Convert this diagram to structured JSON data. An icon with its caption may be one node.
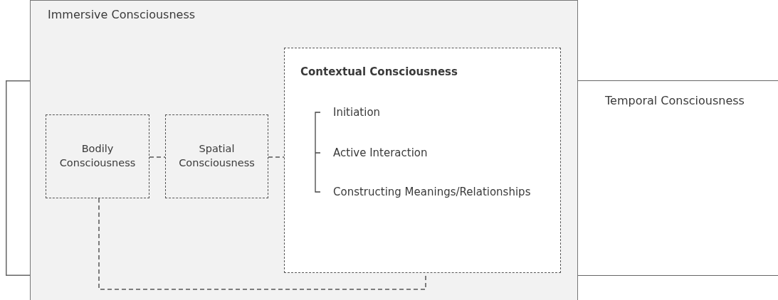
{
  "diagram": {
    "nodes": [
      {
        "text": [
          "Immersive Consciousness"
        ]
      },
      {
        "text": [
          "Temporal Consciousness"
        ]
      },
      {
        "text": [
          "Bodily Consciousness"
        ],
        "in": 0
      },
      {
        "text": [
          "Spatial Consciousness"
        ],
        "in": 0
      },
      {
        "text": [
          "Contextual Consciousness",
          "Initiation",
          "Active Interaction",
          "Constructing Meanings/Relationships"
        ],
        "in": 0
      }
    ],
    "edges": [
      {
        "from": 2,
        "to": 3,
        "arrow": "none",
        "style": "dashed"
      },
      {
        "from": 3,
        "to": 4,
        "arrow": "none",
        "style": "dashed"
      },
      {
        "from": 2,
        "to": 4,
        "arrow": "none",
        "style": "dashed"
      }
    ]
  }
}
